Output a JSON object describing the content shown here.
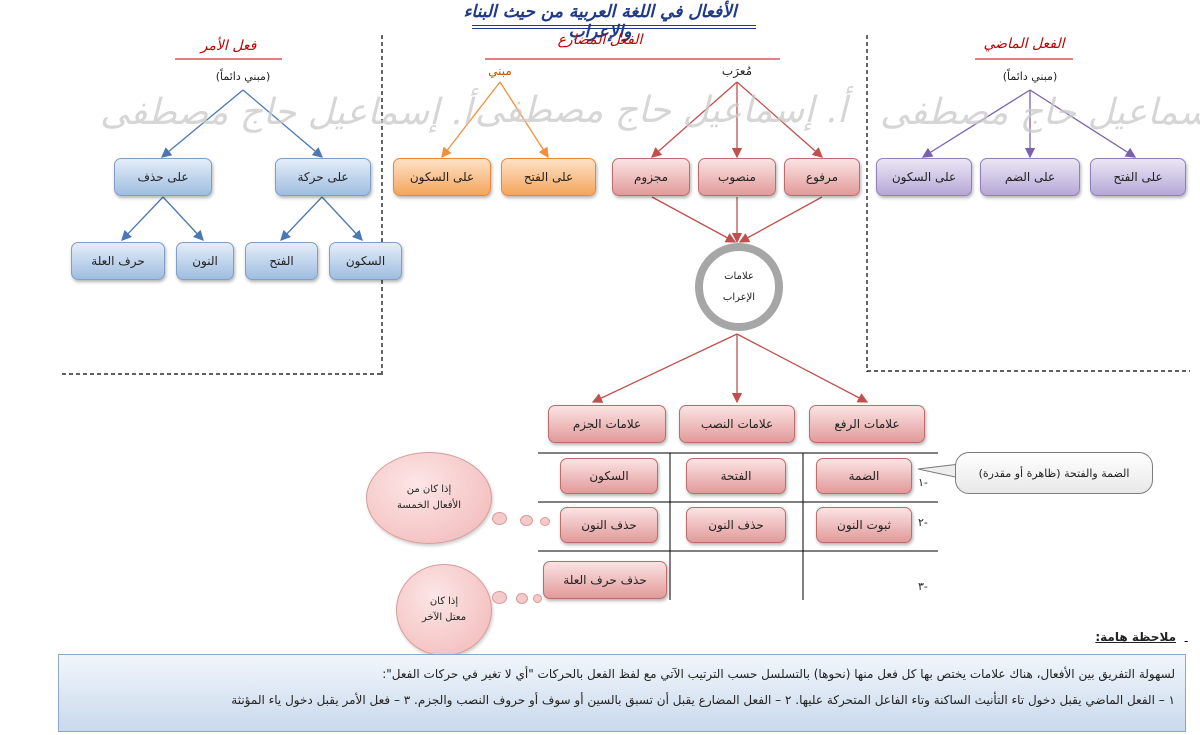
{
  "title": "الأفعال في اللغة العربية من حيث البناء والإعراب",
  "watermark": "أ. إسماعيل حاج مصطفى",
  "amr": {
    "title": "فعل الأمر",
    "mabni": "(مبني دائماً)",
    "branches": [
      "على حركة",
      "على حذف"
    ],
    "leaves": [
      "السكون",
      "الفتح",
      "النون",
      "حرف العلة"
    ]
  },
  "mudari": {
    "title": "الفعل المضارع",
    "mabni_label": "مبني",
    "murab_label": "مُعرَب",
    "mabni_boxes": [
      "على الفتح",
      "على السكون"
    ],
    "murab_boxes": [
      "مرفوع",
      "منصوب",
      "مجزوم"
    ]
  },
  "madi": {
    "title": "الفعل الماضي",
    "mabni": "(مبني دائماً)",
    "boxes": [
      "على الفتح",
      "على الضم",
      "على السكون"
    ]
  },
  "irab_circle": {
    "line1": "علامات",
    "line2": "الإعراب"
  },
  "signs": {
    "headers": [
      "علامات الرفع",
      "علامات النصب",
      "علامات الجزم"
    ],
    "row1": [
      "الضمة",
      "الفتحة",
      "السكون"
    ],
    "row2": [
      "ثبوت النون",
      "حذف النون",
      "حذف النون"
    ],
    "row3": "حذف حرف العلة",
    "row_numbers": [
      "-١",
      "-٢",
      "-٣"
    ]
  },
  "callout": "الضمة والفتحة (ظاهرة أو مقدرة)",
  "cloud1": {
    "line1": "إذا كان من",
    "line2": "الأفعال الخمسة"
  },
  "cloud2": {
    "line1": "إذا كان",
    "line2": "معتل الآخر"
  },
  "note": {
    "label": "ملاحظة هامة:",
    "line1": "لسهولة التفريق بين الأفعال، هناك علامات يختص بها كل فعل منها (نحوها) بالتسلسل حسب الترتيب الآتي مع لفظ الفعل بالحركات \"أي لا تغير في حركات الفعل\":",
    "line2": "١ – الفعل الماضي يقبل دخول تاء التأنيث الساكنة وتاء الفاعل المتحركة عليها. ٢ – الفعل المضارع يقبل أن تسبق بالسين أو سوف أو حروف النصب والجزم. ٣ – فعل الأمر يقبل دخول ياء المؤنثة"
  },
  "colors": {
    "title": "#1f3a8a",
    "section_title": "#c00000",
    "amr_lines": "#4a78b5",
    "mabni_lines": "#f0913a",
    "murab_lines": "#c0504d",
    "madi_lines": "#7a62a8"
  }
}
